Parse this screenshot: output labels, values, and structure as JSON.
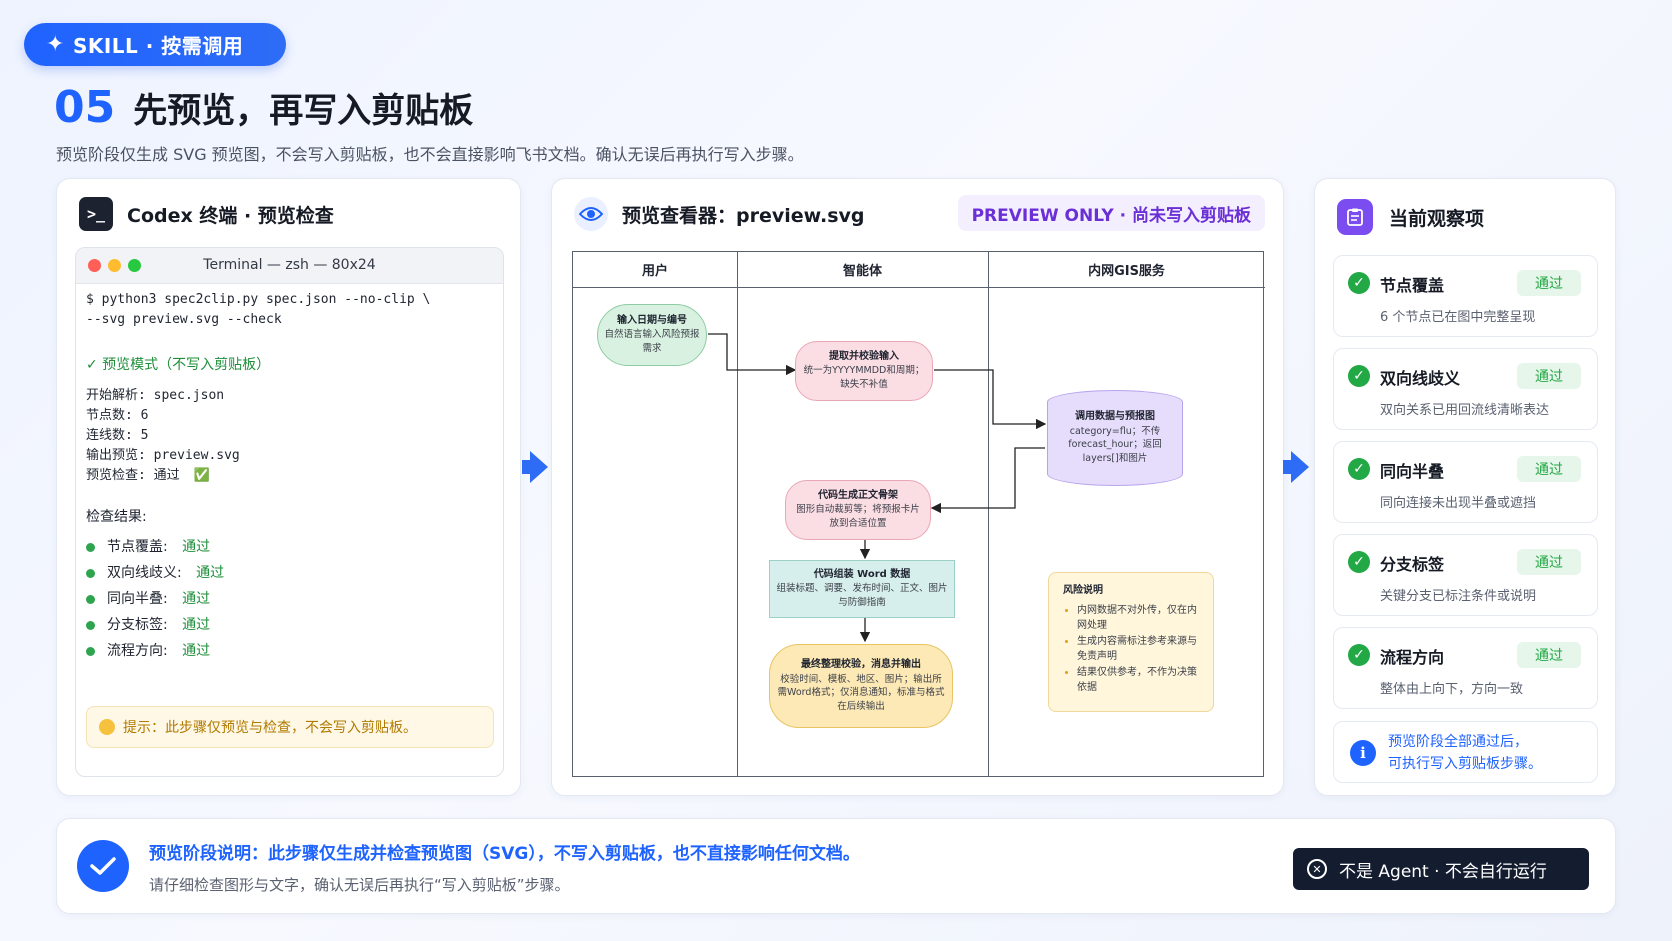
{
  "badge": {
    "icon": "sparkle-icon",
    "label": "SKILL · 按需调用"
  },
  "title": {
    "number": "05",
    "text": "先预览，再写入剪贴板"
  },
  "subtitle": "预览阶段仅生成 SVG 预览图，不会写入剪贴板，也不会直接影响飞书文档。确认无误后再执行写入步骤。",
  "left": {
    "title": "Codex 终端 · 预览检查",
    "terminal_title": "Terminal — zsh — 80x24",
    "cmd1": "$ python3 spec2clip.py spec.json --no-clip \\",
    "cmd2": "  --svg preview.svg --check",
    "mode": "✓  预览模式（不写入剪贴板）",
    "parse": "开始解析: spec.json",
    "nodes": "节点数: 6",
    "edges": "连线数: 5",
    "output": "输出预览: preview.svg",
    "check_label": "预览检查: 通过",
    "check_emoji": "✅",
    "results_title": "检查结果:",
    "results": [
      {
        "label": "节点覆盖:",
        "status": "通过"
      },
      {
        "label": "双向线歧义:",
        "status": "通过"
      },
      {
        "label": "同向半叠:",
        "status": "通过"
      },
      {
        "label": "分支标签:",
        "status": "通过"
      },
      {
        "label": "流程方向:",
        "status": "通过"
      }
    ],
    "tip": "提示：此步骤仅预览与检查，不会写入剪贴板。"
  },
  "mid": {
    "title": "预览查看器：preview.svg",
    "pill": "PREVIEW ONLY · 尚未写入剪贴板",
    "lanes": [
      "用户",
      "智能体",
      "内网GIS服务"
    ],
    "nodes": {
      "n1_title": "输入日期与编号",
      "n1_desc": "自然语言输入风险预报需求",
      "n2_title": "提取并校验输入",
      "n2_desc": "统一为YYYYMMDD和周期；缺失不补值",
      "n3_title": "调用数据与预报图",
      "n3_desc": "category=flu；不传forecast_hour；返回layers[]和图片",
      "n4_title": "代码生成正文骨架",
      "n4_desc": "图形自动裁剪等；将预报卡片放到合适位置",
      "n5_title": "代码组装 Word 数据",
      "n5_desc": "组装标题、调要、发布时间、正文、图片与防御指南",
      "n6_title": "最终整理校验，消息并输出",
      "n6_desc": "校验时间、模板、地区、图片；输出所需Word格式；仅消息通知，标准与格式在后续输出"
    },
    "risk": {
      "title": "风险说明",
      "items": [
        "内网数据不对外传，仅在内网处理",
        "生成内容需标注参考来源与免责声明",
        "结果仅供参考，不作为决策依据"
      ]
    }
  },
  "right": {
    "title": "当前观察项",
    "items": [
      {
        "title": "节点覆盖",
        "badge": "通过",
        "desc": "6 个节点已在图中完整呈现"
      },
      {
        "title": "双向线歧义",
        "badge": "通过",
        "desc": "双向关系已用回流线清晰表达"
      },
      {
        "title": "同向半叠",
        "badge": "通过",
        "desc": "同向连接未出现半叠或遮挡"
      },
      {
        "title": "分支标签",
        "badge": "通过",
        "desc": "关键分支已标注条件或说明"
      },
      {
        "title": "流程方向",
        "badge": "通过",
        "desc": "整体由上向下，方向一致"
      }
    ],
    "info_line1": "预览阶段全部通过后，",
    "info_line2": "可执行写入剪贴板步骤。"
  },
  "bottom": {
    "title": "预览阶段说明：此步骤仅生成并检查预览图（SVG），不写入剪贴板，也不直接影响任何文档。",
    "sub": "请仔细检查图形与文字，确认无误后再执行“写入剪贴板”步骤。",
    "button": "不是 Agent · 不会自行运行"
  },
  "colors": {
    "accent": "#1f63ff",
    "pass": "#22a845",
    "purple": "#6b2fd6",
    "dark": "#141c2f"
  }
}
